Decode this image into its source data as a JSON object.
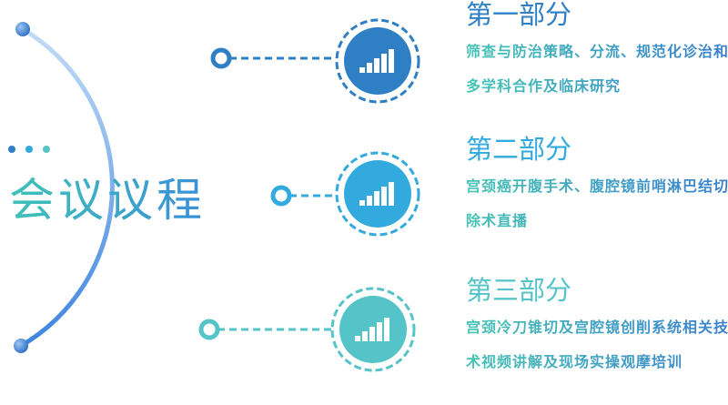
{
  "title": "会议议程",
  "sections": [
    {
      "heading": "第一部分",
      "body": "筛查与防治策略、分流、规范化诊治和多学科合作及临床研究",
      "color": "#2f7fc4"
    },
    {
      "heading": "第二部分",
      "body": "宫颈癌开腹手术、腹腔镜前哨淋巴结切除术直播",
      "color": "#33aadd"
    },
    {
      "heading": "第三部分",
      "body": "宫颈冷刀锥切及宫腔镜创削系统相关技术视频讲解及现场实操观摩培训",
      "color": "#55c4c8"
    }
  ]
}
